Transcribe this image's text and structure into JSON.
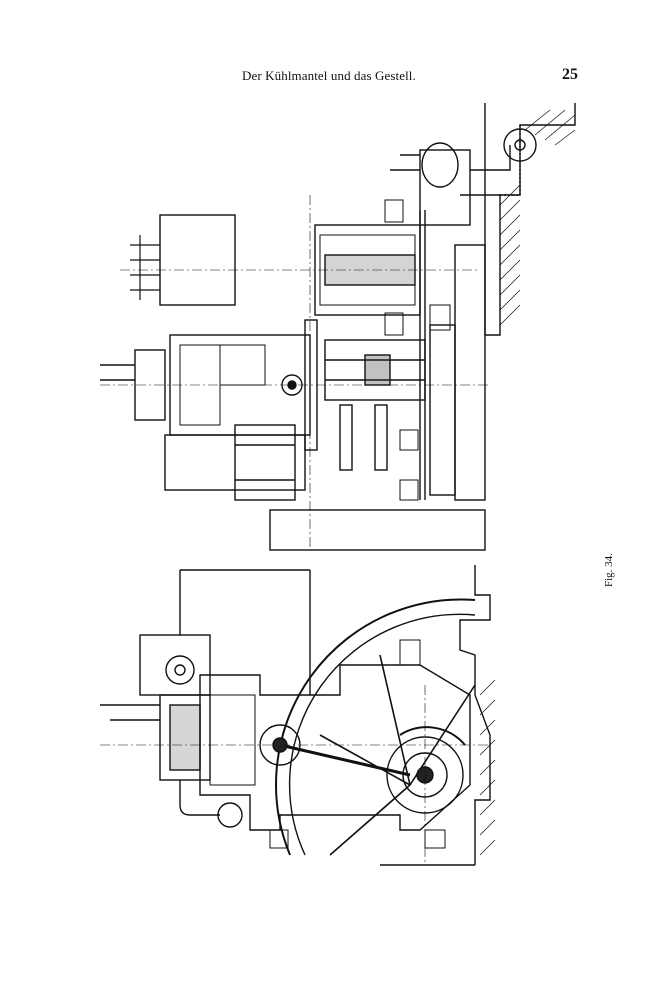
{
  "header": {
    "title": "Der Kühlmantel und das Gestell.",
    "page_number": "25"
  },
  "figure": {
    "caption": "Fig. 34."
  }
}
